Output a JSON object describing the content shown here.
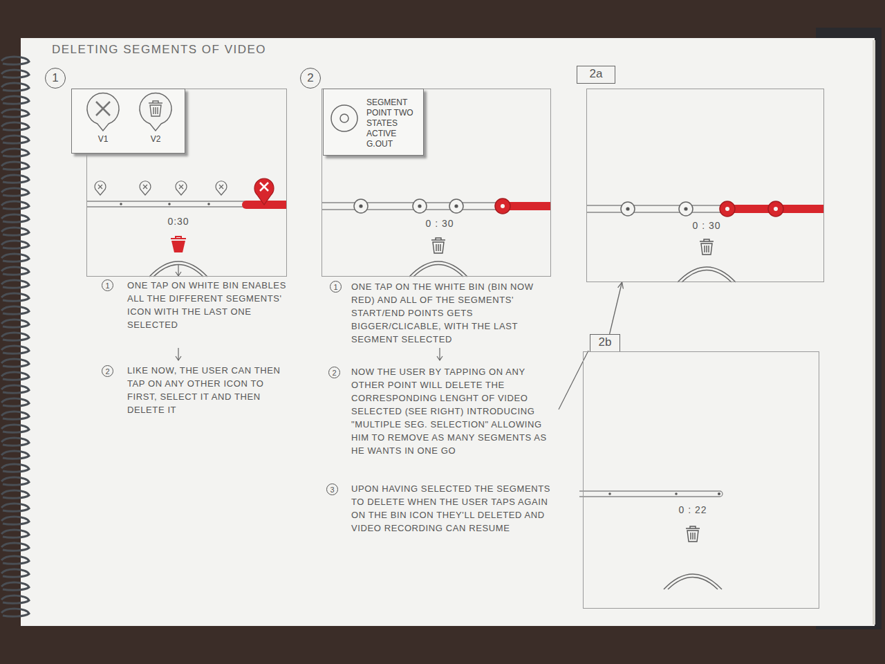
{
  "diagram": {
    "title": "DELETING SEGMENTS OF VIDEO",
    "nodes": [
      {
        "text": [
          "V1",
          "V2"
        ]
      },
      {
        "text": [
          "0:30"
        ]
      },
      {
        "text": [
          "SEGMENT POINT TWO STATES ACTIVE G.OUT"
        ]
      },
      {
        "text": [
          "0 : 30"
        ]
      },
      {
        "text": [
          "2a"
        ]
      },
      {
        "text": [
          "0 : 30"
        ]
      },
      {
        "text": [
          "2b"
        ]
      },
      {
        "text": [
          "0 : 22"
        ]
      }
    ],
    "edges": [
      {
        "from": 6,
        "to": 5,
        "arrow": "to"
      }
    ],
    "labels": [
      "1",
      "2",
      "1",
      "ONE TAP ON WHITE BIN ENABLES ALL THE DIFFERENT SEGMENTS' ICON WITH THE LAST ONE SELECTED",
      "2",
      "LIKE NOW, THE USER CAN THEN TAP ON ANY OTHER ICON TO FIRST, SELECT IT AND THEN DELETE IT",
      "1",
      "ONE TAP ON THE WHITE BIN (BIN NOW RED) AND ALL OF THE SEGMENTS' START/END POINTS GETS BIGGER/CLICABLE, WITH THE LAST SEGMENT SELECTED",
      "2",
      "NOW THE USER BY TAPPING ON ANY OTHER POINT WILL DELETE THE CORRESPONDING LENGHT OF VIDEO SELECTED (SEE RIGHT) INTRODUCING \"MULTIPLE SEG. SELECTION\" ALLOWING HIM TO REMOVE AS MANY SEGMENTS AS HE WANTS IN ONE GO",
      "3",
      "UPON HAVING SELECTED THE SEGMENTS TO DELETE WHEN THE USER TAPS AGAIN ON THE BIN ICON THEY'LL DELETED AND VIDEO RECORDING CAN RESUME"
    ]
  }
}
